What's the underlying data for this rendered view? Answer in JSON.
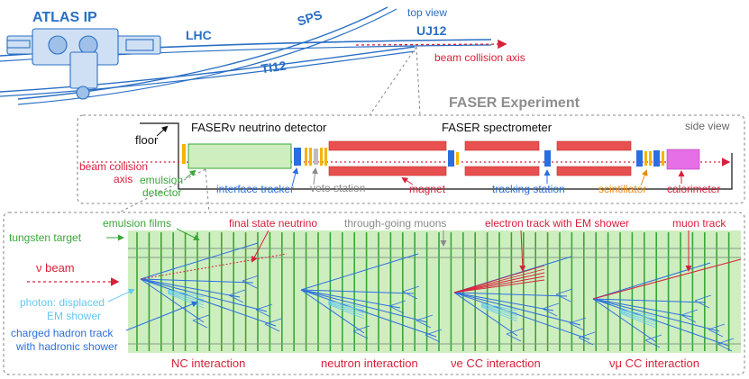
{
  "colors": {
    "lhc_blue": "#2a6fc4",
    "beam_red": "#d8203a",
    "dashed_gray": "#8a8a8a",
    "magnet_red": "#e8504f",
    "emulsion_green": "#cfeec0",
    "film_green": "#3aa637",
    "tracker_blue": "#2a6fe0",
    "scintillator_yellow": "#f4b400",
    "calorimeter_magenta": "#e66ee6",
    "orange_label": "#e98a15",
    "light_blue": "#66c9ef"
  },
  "top_view": {
    "atlas_label": "ATLAS IP",
    "lhc_label": "LHC",
    "sps_label": "SPS",
    "ti12_label": "TI12",
    "uj12_label": "UJ12",
    "view_label": "top view",
    "beam_axis_label": "beam collision axis"
  },
  "experiment_title": "FASER Experiment",
  "side_view": {
    "view_label": "side view",
    "fasernu_label": "FASERν neutrino detector",
    "spectrometer_label": "FASER spectrometer",
    "floor_label": "floor",
    "beam_axis_label_line1": "beam collision",
    "beam_axis_label_line2": "axis",
    "emulsion_label_line1": "emulsion",
    "emulsion_label_line2": "detector",
    "interface_tracker_label": "interface tracker",
    "veto_label": "veto station",
    "magnet_label": "magnet",
    "tracking_label": "tracking station",
    "scintillator_label": "scintillator",
    "calorimeter_label": "calorimeter"
  },
  "detail": {
    "emulsion_films_label": "emulsion films",
    "tungsten_label": "tungsten target",
    "final_state_label": "final state neutrino",
    "muons_label": "through-going muons",
    "electron_track_label": "electron track with EM shower",
    "muon_track_label": "muon track",
    "nu_beam_label": "ν beam",
    "photon_label_line1": "photon: displaced",
    "photon_label_line2": "EM shower",
    "hadron_label_line1": "charged hadron track",
    "hadron_label_line2": "with hadronic shower",
    "interactions": [
      "NC interaction",
      "neutron interaction",
      "νe CC interaction",
      "νμ CC interaction"
    ]
  }
}
